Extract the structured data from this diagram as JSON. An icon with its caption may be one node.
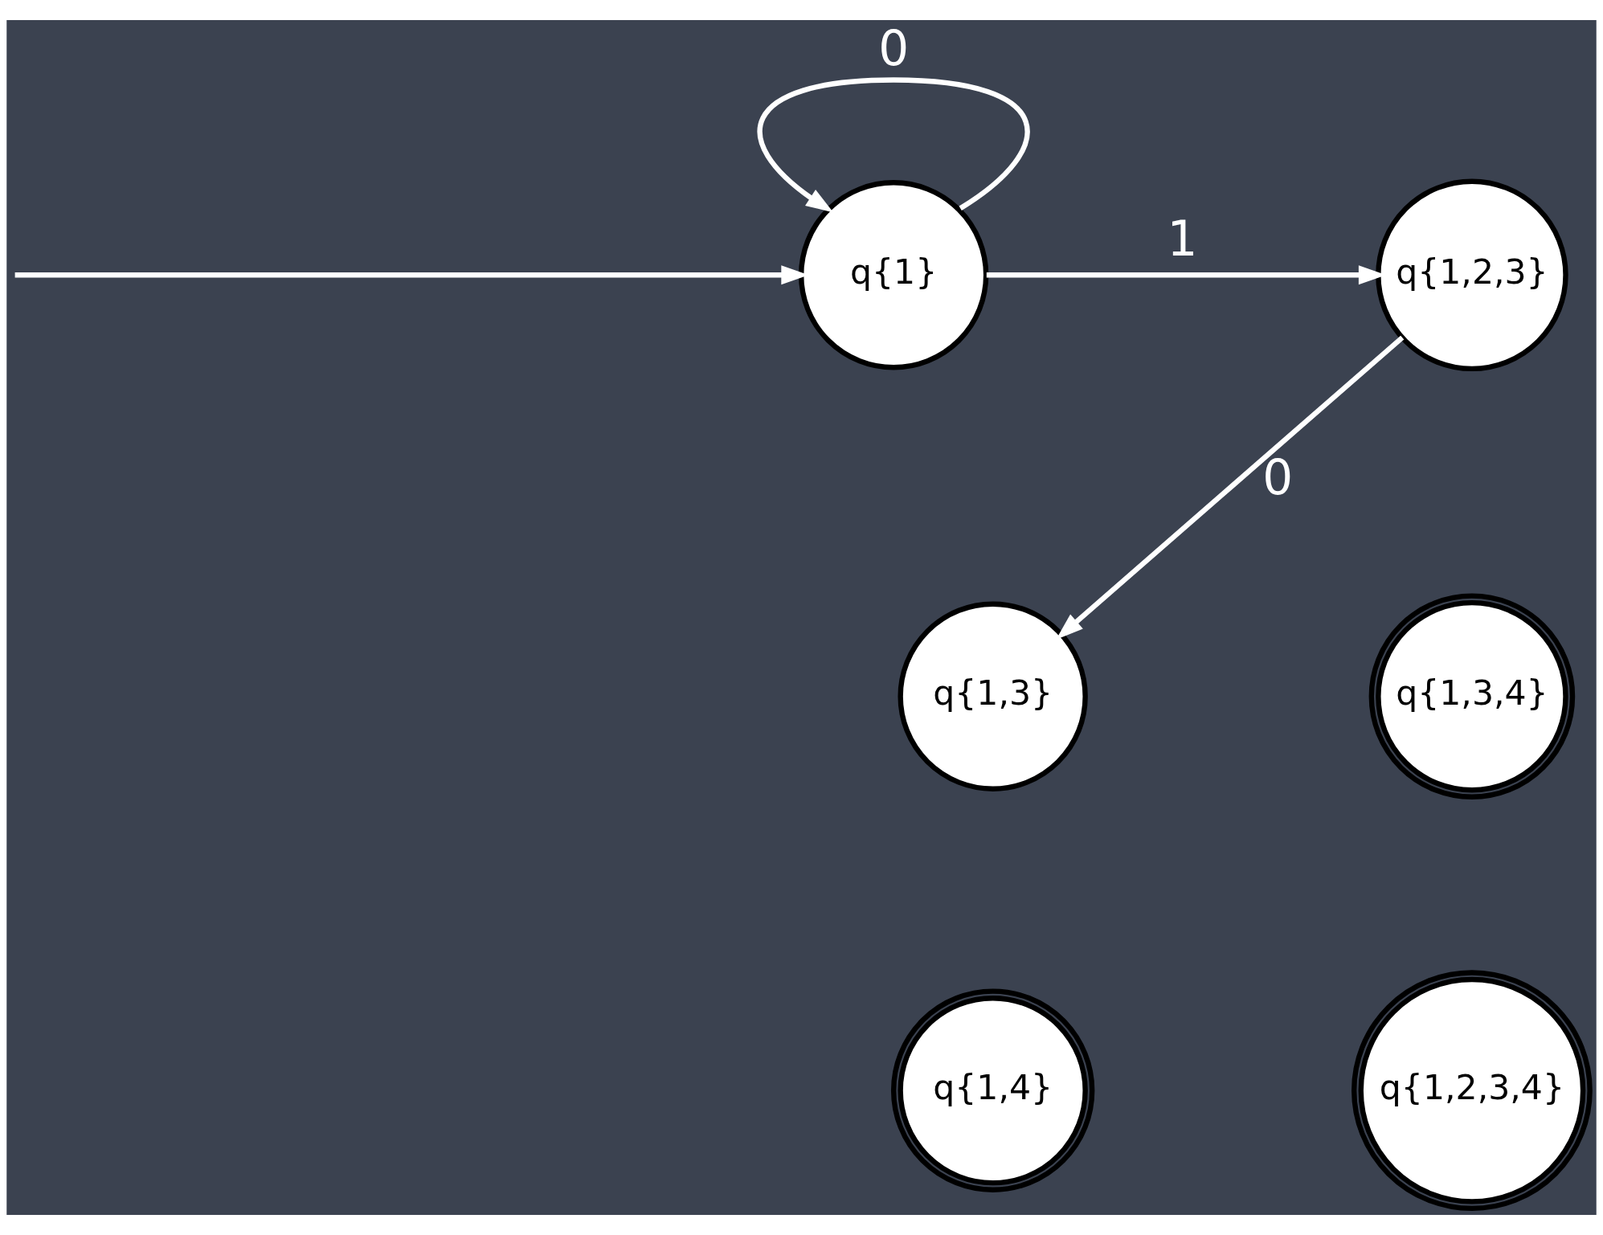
{
  "diagram": {
    "nodes": [
      {
        "text": [
          "q{1}"
        ]
      },
      {
        "text": [
          "q{1,2,3}"
        ]
      },
      {
        "text": [
          "q{1,3}"
        ]
      },
      {
        "text": [
          "q{1,3,4}"
        ]
      },
      {
        "text": [
          "q{1,4}"
        ]
      },
      {
        "text": [
          "q{1,2,3,4}"
        ]
      }
    ],
    "edges": [
      {
        "from": null,
        "to": 0,
        "arrow": "to"
      },
      {
        "from": 0,
        "to": 0,
        "arrow": "to",
        "label": "0"
      },
      {
        "from": 0,
        "to": 1,
        "arrow": "to",
        "label": "1"
      },
      {
        "from": 1,
        "to": 2,
        "arrow": "to",
        "label": "0"
      }
    ]
  }
}
